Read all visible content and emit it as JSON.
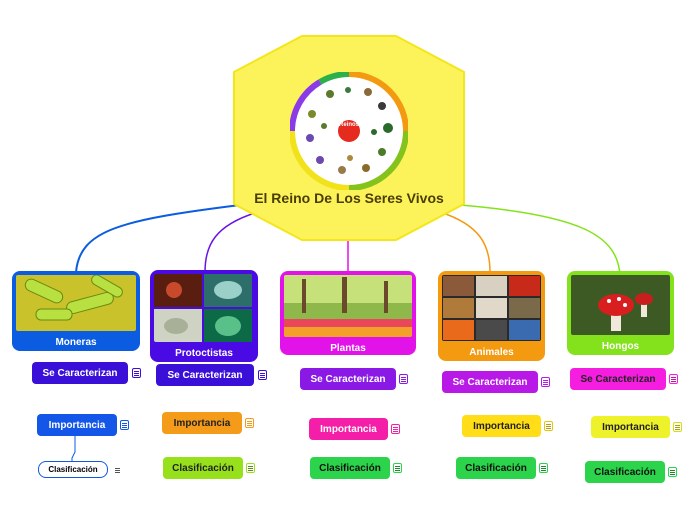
{
  "central": {
    "title": "El Reino De Los Seres Vivos",
    "image_text": "Reinos",
    "color": "#fcf35b"
  },
  "branches": [
    {
      "name": "Moneras",
      "color": "#0b5ce0",
      "children": [
        {
          "label": "Se Caracterizan",
          "color": "#3a10d8"
        },
        {
          "label": "Importancia",
          "color": "#1356e8"
        },
        {
          "label": "Clasificación",
          "color": "#ffffff"
        }
      ]
    },
    {
      "name": "Protoctistas",
      "color": "#4a0ae3",
      "children": [
        {
          "label": "Se  Caracterizan",
          "color": "#3a10d8"
        },
        {
          "label": "Importancia",
          "color": "#f59b1a"
        },
        {
          "label": "Clasificación",
          "color": "#96e11c"
        }
      ]
    },
    {
      "name": "Plantas",
      "color": "#e113e8",
      "children": [
        {
          "label": "Se Caracterizan",
          "color": "#8a19e6"
        },
        {
          "label": "Importancia",
          "color": "#f51ea9"
        },
        {
          "label": "Clasificación",
          "color": "#2bd44a"
        }
      ]
    },
    {
      "name": "Animales",
      "color": "#f39a10",
      "children": [
        {
          "label": "Se Caracterizan",
          "color": "#b819e6"
        },
        {
          "label": "Importancia",
          "color": "#ffde17"
        },
        {
          "label": "Clasificación",
          "color": "#2bd44a"
        }
      ]
    },
    {
      "name": "Hongos",
      "color": "#84e21c",
      "children": [
        {
          "label": "Se Caracterizan",
          "color": "#f51ee0"
        },
        {
          "label": "Importancia",
          "color": "#eef22b"
        },
        {
          "label": "Clasificación",
          "color": "#2bd44a"
        }
      ]
    }
  ]
}
